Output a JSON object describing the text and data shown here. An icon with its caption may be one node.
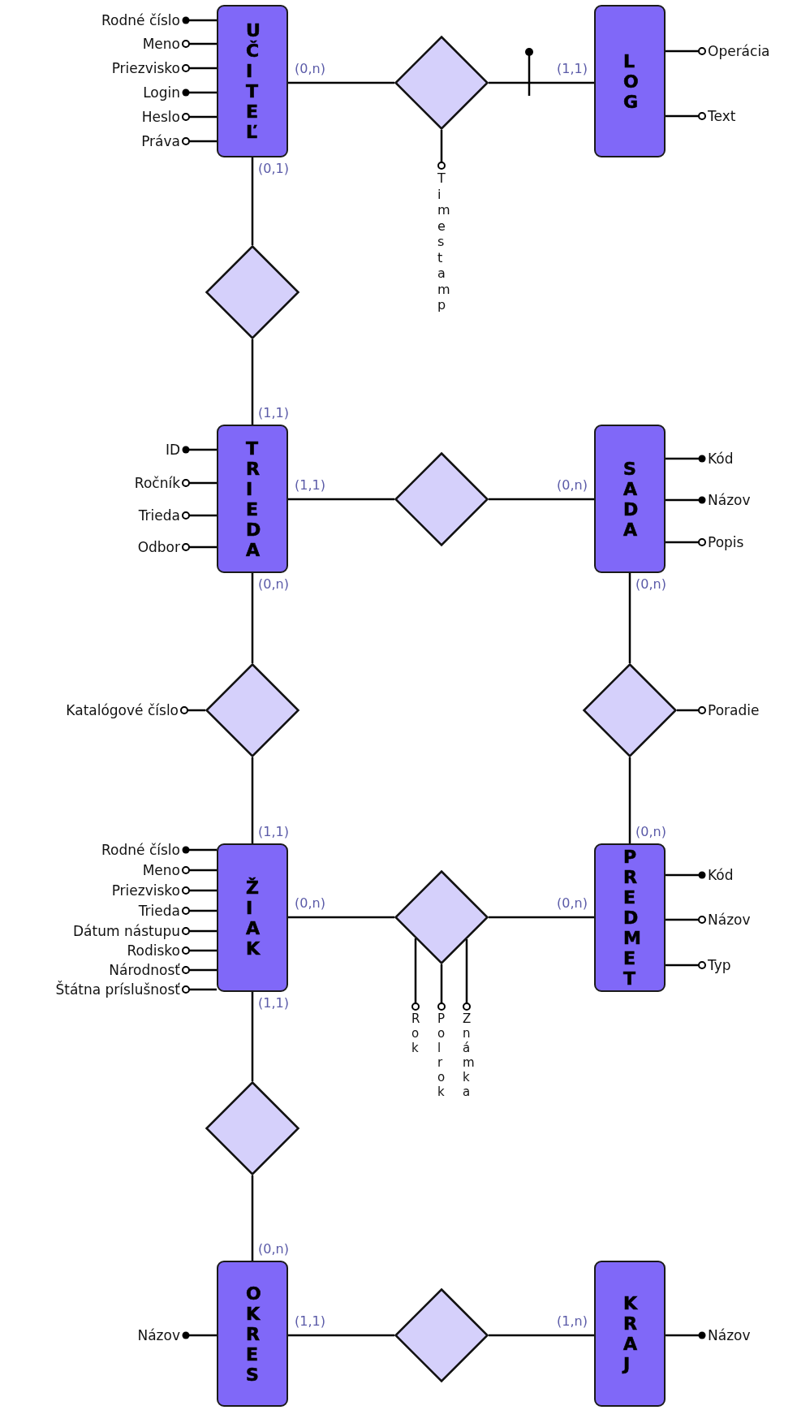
{
  "diagram": {
    "nodes": [
      {
        "text": [
          "UČITEĽ"
        ]
      },
      {
        "text": [
          "LOG"
        ]
      },
      {
        "text": [
          "TRIEDA"
        ]
      },
      {
        "text": [
          "SADA"
        ]
      },
      {
        "text": [
          "ŽIAK"
        ]
      },
      {
        "text": [
          "PREDMET"
        ]
      },
      {
        "text": [
          "OKRES"
        ]
      },
      {
        "text": [
          "KRAJ"
        ]
      },
      {
        "text": [],
        "shape": "diamond"
      },
      {
        "text": [],
        "shape": "diamond"
      },
      {
        "text": [],
        "shape": "diamond"
      },
      {
        "text": [],
        "shape": "diamond"
      },
      {
        "text": [],
        "shape": "diamond"
      },
      {
        "text": [],
        "shape": "diamond"
      },
      {
        "text": [],
        "shape": "diamond"
      },
      {
        "text": [],
        "shape": "diamond"
      },
      {
        "text": [
          "Rodné číslo"
        ]
      },
      {
        "text": [
          "Meno"
        ]
      },
      {
        "text": [
          "Priezvisko"
        ]
      },
      {
        "text": [
          "Login"
        ]
      },
      {
        "text": [
          "Heslo"
        ]
      },
      {
        "text": [
          "Práva"
        ]
      },
      {
        "text": [
          "Operácia"
        ]
      },
      {
        "text": [
          "Text"
        ]
      },
      {
        "text": [
          "Timestamp"
        ]
      },
      {
        "text": [
          "ID"
        ]
      },
      {
        "text": [
          "Ročník"
        ]
      },
      {
        "text": [
          "Trieda"
        ]
      },
      {
        "text": [
          "Odbor"
        ]
      },
      {
        "text": [
          "Kód"
        ]
      },
      {
        "text": [
          "Názov"
        ]
      },
      {
        "text": [
          "Popis"
        ]
      },
      {
        "text": [
          "Katalógové číslo"
        ]
      },
      {
        "text": [
          "Poradie"
        ]
      },
      {
        "text": [
          "Rodné číslo"
        ]
      },
      {
        "text": [
          "Meno"
        ]
      },
      {
        "text": [
          "Priezvisko"
        ]
      },
      {
        "text": [
          "Trieda"
        ]
      },
      {
        "text": [
          "Dátum nástupu"
        ]
      },
      {
        "text": [
          "Rodisko"
        ]
      },
      {
        "text": [
          "Národnosť"
        ]
      },
      {
        "text": [
          "Štátna príslušnosť"
        ]
      },
      {
        "text": [
          "Kód"
        ]
      },
      {
        "text": [
          "Názov"
        ]
      },
      {
        "text": [
          "Typ"
        ]
      },
      {
        "text": [
          "Rok"
        ]
      },
      {
        "text": [
          "Polrok"
        ]
      },
      {
        "text": [
          "Známka"
        ]
      },
      {
        "text": [
          "Názov"
        ]
      },
      {
        "text": [
          "Názov"
        ]
      }
    ],
    "edges": [
      {
        "from": 0,
        "to": 8,
        "arrow": "none",
        "label": "(0,n)"
      },
      {
        "from": 8,
        "to": 1,
        "arrow": "other",
        "label": "(1,1)"
      },
      {
        "from": 0,
        "to": 9,
        "arrow": "none",
        "label": "(0,1)"
      },
      {
        "from": 9,
        "to": 2,
        "arrow": "none",
        "label": "(1,1)"
      },
      {
        "from": 2,
        "to": 10,
        "arrow": "none",
        "label": "(1,1)"
      },
      {
        "from": 10,
        "to": 3,
        "arrow": "none",
        "label": "(0,n)"
      },
      {
        "from": 2,
        "to": 11,
        "arrow": "none",
        "label": "(0,n)"
      },
      {
        "from": 11,
        "to": 4,
        "arrow": "none",
        "label": "(1,1)"
      },
      {
        "from": 3,
        "to": 12,
        "arrow": "none",
        "label": "(0,n)"
      },
      {
        "from": 12,
        "to": 5,
        "arrow": "none",
        "label": "(0,n)"
      },
      {
        "from": 4,
        "to": 13,
        "arrow": "none",
        "label": "(0,n)"
      },
      {
        "from": 13,
        "to": 5,
        "arrow": "none",
        "label": "(0,n)"
      },
      {
        "from": 4,
        "to": 14,
        "arrow": "none",
        "label": "(1,1)"
      },
      {
        "from": 14,
        "to": 6,
        "arrow": "none",
        "label": "(0,n)"
      },
      {
        "from": 6,
        "to": 15,
        "arrow": "none",
        "label": "(1,1)"
      },
      {
        "from": 15,
        "to": 7,
        "arrow": "none",
        "label": "(1,n)"
      },
      {
        "from": 16,
        "to": 0,
        "arrow": "other"
      },
      {
        "from": 0,
        "to": 17,
        "arrow": "other"
      },
      {
        "from": 0,
        "to": 18,
        "arrow": "other"
      },
      {
        "from": 19,
        "to": 0,
        "arrow": "other"
      },
      {
        "from": 0,
        "to": 20,
        "arrow": "other"
      },
      {
        "from": 0,
        "to": 21,
        "arrow": "other"
      },
      {
        "from": 1,
        "to": 22,
        "arrow": "other"
      },
      {
        "from": 1,
        "to": 23,
        "arrow": "other"
      },
      {
        "from": 8,
        "to": 24,
        "arrow": "other"
      },
      {
        "from": 25,
        "to": 2,
        "arrow": "other"
      },
      {
        "from": 2,
        "to": 26,
        "arrow": "other"
      },
      {
        "from": 2,
        "to": 27,
        "arrow": "other"
      },
      {
        "from": 2,
        "to": 28,
        "arrow": "other"
      },
      {
        "from": 29,
        "to": 3,
        "arrow": "other"
      },
      {
        "from": 30,
        "to": 3,
        "arrow": "other"
      },
      {
        "from": 3,
        "to": 31,
        "arrow": "other"
      },
      {
        "from": 11,
        "to": 32,
        "arrow": "other"
      },
      {
        "from": 12,
        "to": 33,
        "arrow": "other"
      },
      {
        "from": 34,
        "to": 4,
        "arrow": "other"
      },
      {
        "from": 4,
        "to": 35,
        "arrow": "other"
      },
      {
        "from": 4,
        "to": 36,
        "arrow": "other"
      },
      {
        "from": 4,
        "to": 37,
        "arrow": "other"
      },
      {
        "from": 4,
        "to": 38,
        "arrow": "other"
      },
      {
        "from": 4,
        "to": 39,
        "arrow": "other"
      },
      {
        "from": 4,
        "to": 40,
        "arrow": "other"
      },
      {
        "from": 4,
        "to": 41,
        "arrow": "other"
      },
      {
        "from": 42,
        "to": 5,
        "arrow": "other"
      },
      {
        "from": 5,
        "to": 43,
        "arrow": "other"
      },
      {
        "from": 5,
        "to": 44,
        "arrow": "other"
      },
      {
        "from": 13,
        "to": 45,
        "arrow": "other"
      },
      {
        "from": 13,
        "to": 46,
        "arrow": "other"
      },
      {
        "from": 13,
        "to": 47,
        "arrow": "other"
      },
      {
        "from": 48,
        "to": 6,
        "arrow": "other"
      },
      {
        "from": 49,
        "to": 7,
        "arrow": "other"
      }
    ]
  }
}
